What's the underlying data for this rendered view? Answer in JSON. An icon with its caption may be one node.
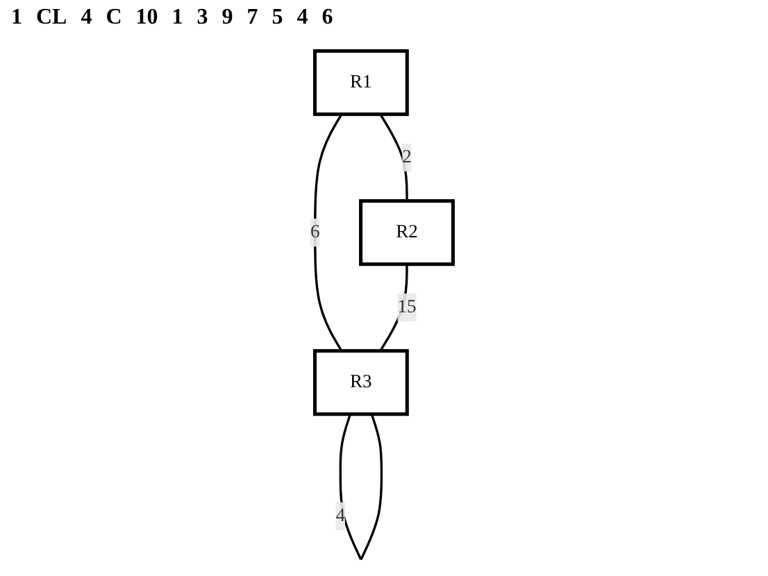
{
  "diagram": {
    "nodes": [
      {
        "text": [
          "R1"
        ]
      },
      {
        "text": [
          "R2"
        ]
      },
      {
        "text": [
          "R3"
        ]
      }
    ],
    "edges": [
      {
        "from": 0,
        "to": 1,
        "arrow": "none",
        "label": "2"
      },
      {
        "from": 0,
        "to": 2,
        "arrow": "none",
        "label": "6"
      },
      {
        "from": 1,
        "to": 2,
        "arrow": "none",
        "label": "15"
      },
      {
        "from": 2,
        "to": 2,
        "arrow": "none",
        "label": "4"
      }
    ],
    "labels": [
      "1",
      "CL",
      "4",
      "C",
      "10",
      "1",
      "3",
      "9",
      "7",
      "5",
      "4",
      "6"
    ]
  }
}
